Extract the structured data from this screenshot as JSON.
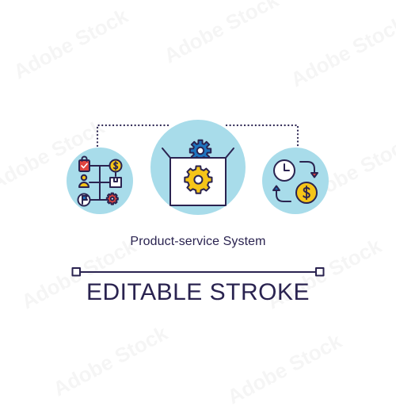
{
  "caption": "Product-service System",
  "cta": "EDITABLE STROKE",
  "watermark": "Adobe Stock",
  "colors": {
    "stroke": "#2a2350",
    "circle_fill": "#a8dcea",
    "yellow": "#f5c518",
    "red": "#e0443f",
    "blue": "#1e73be",
    "white": "#ffffff"
  },
  "icons": {
    "left": "workflow-network-icon",
    "center": "box-with-gears-icon",
    "right": "time-to-money-exchange-icon"
  }
}
